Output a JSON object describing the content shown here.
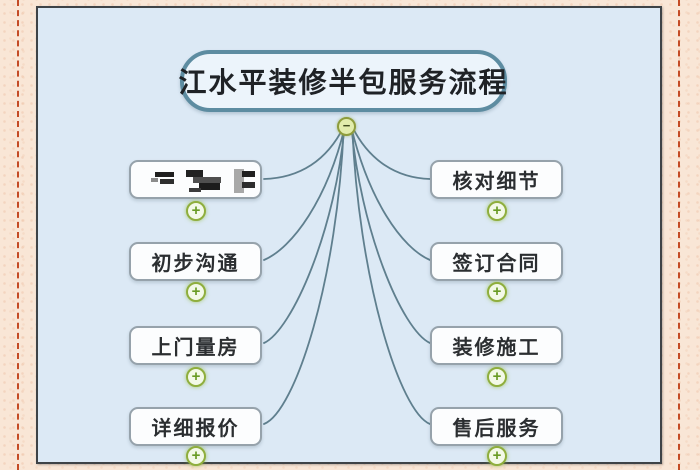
{
  "title": {
    "label": "江水平装修半包服务流程"
  },
  "nodes": {
    "left": [
      {
        "label": "",
        "redacted": true
      },
      {
        "label": "初步沟通"
      },
      {
        "label": "上门量房"
      },
      {
        "label": "详细报价"
      }
    ],
    "right": [
      {
        "label": "核对细节"
      },
      {
        "label": "签订合同"
      },
      {
        "label": "装修施工"
      },
      {
        "label": "售后服务"
      }
    ]
  },
  "icons": {
    "expand": "+",
    "collapse": "−"
  },
  "colors": {
    "canvas_bg": "#dce9f5",
    "outer_bg": "#f9e6d6",
    "frame_dash": "#c44b25",
    "root_border": "#5d8ca1",
    "node_border": "#96a2ab",
    "connector": "#5f7f8e",
    "expand_green": "#8fae3d",
    "collapse_fill": "#e2ecac"
  }
}
